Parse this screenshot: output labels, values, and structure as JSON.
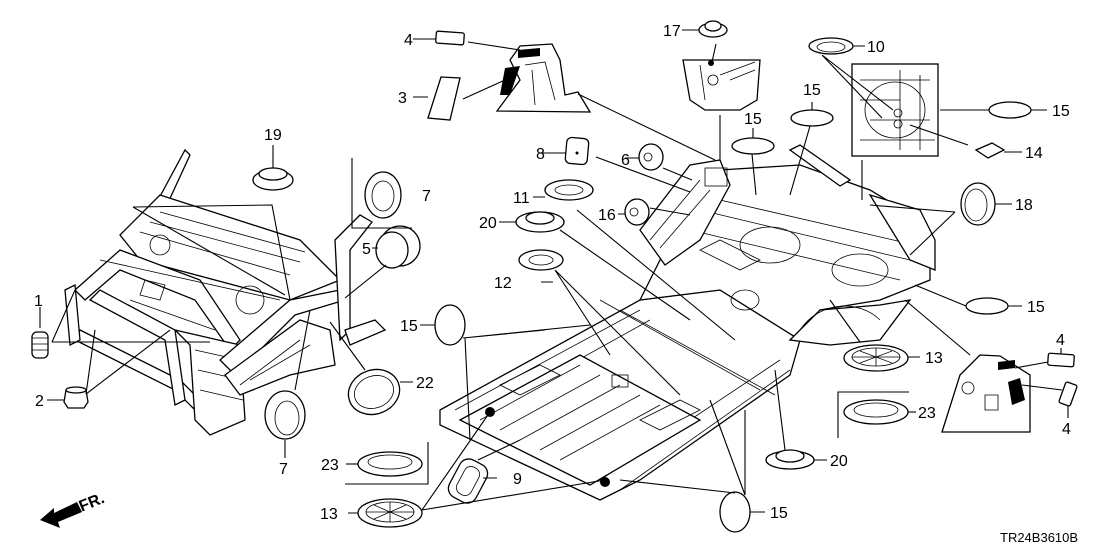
{
  "diagram": {
    "title": "Grommet / Plug parts diagram",
    "code": "TR24B3610B",
    "front_indicator": "FR.",
    "callouts": [
      {
        "id": "c1",
        "label": "1"
      },
      {
        "id": "c2",
        "label": "2"
      },
      {
        "id": "c3",
        "label": "3"
      },
      {
        "id": "c4a",
        "label": "4"
      },
      {
        "id": "c4b",
        "label": "4"
      },
      {
        "id": "c4c",
        "label": "4"
      },
      {
        "id": "c5",
        "label": "5"
      },
      {
        "id": "c6",
        "label": "6"
      },
      {
        "id": "c7a",
        "label": "7"
      },
      {
        "id": "c7b",
        "label": "7"
      },
      {
        "id": "c8",
        "label": "8"
      },
      {
        "id": "c9",
        "label": "9"
      },
      {
        "id": "c10",
        "label": "10"
      },
      {
        "id": "c11",
        "label": "11"
      },
      {
        "id": "c12",
        "label": "12"
      },
      {
        "id": "c13a",
        "label": "13"
      },
      {
        "id": "c13b",
        "label": "13"
      },
      {
        "id": "c14",
        "label": "14"
      },
      {
        "id": "c15a",
        "label": "15"
      },
      {
        "id": "c15b",
        "label": "15"
      },
      {
        "id": "c15c",
        "label": "15"
      },
      {
        "id": "c15d",
        "label": "15"
      },
      {
        "id": "c15e",
        "label": "15"
      },
      {
        "id": "c15f",
        "label": "15"
      },
      {
        "id": "c16",
        "label": "16"
      },
      {
        "id": "c17",
        "label": "17"
      },
      {
        "id": "c18",
        "label": "18"
      },
      {
        "id": "c19",
        "label": "19"
      },
      {
        "id": "c20a",
        "label": "20"
      },
      {
        "id": "c20b",
        "label": "20"
      },
      {
        "id": "c22",
        "label": "22"
      },
      {
        "id": "c23a",
        "label": "23"
      },
      {
        "id": "c23b",
        "label": "23"
      }
    ]
  }
}
